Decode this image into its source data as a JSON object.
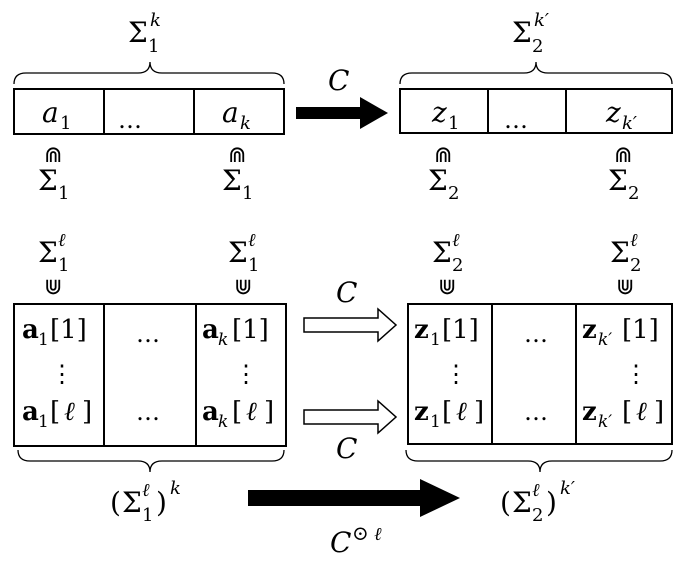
{
  "sym": {
    "sigma": "Σ",
    "one": "1",
    "two": "2",
    "k": "k",
    "kprime": "k′",
    "ell": "ℓ",
    "subset": "⋒",
    "supset": "⋓",
    "dots": "…",
    "vdots": "⋮",
    "C": "C",
    "odot": "⊙",
    "lparen": "(",
    "rparen": ")",
    "a": "a",
    "z": "z",
    "idx1": "[1]",
    "idxl_open": "[",
    "idxl_close": "]"
  }
}
